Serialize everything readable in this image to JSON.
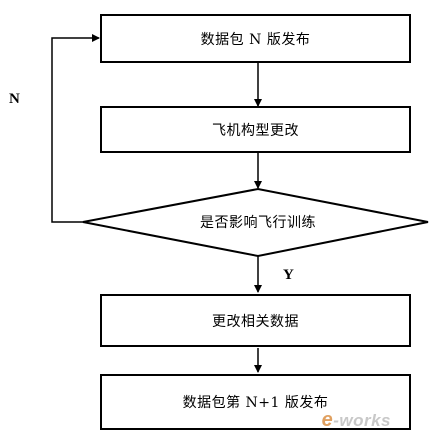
{
  "diagram": {
    "nodes": {
      "release_n": {
        "label": "数据包 N 版发布"
      },
      "aircraft_change": {
        "label": "飞机构型更改"
      },
      "decision": {
        "label": "是否影响飞行训练"
      },
      "update_data": {
        "label": "更改相关数据"
      },
      "release_n1": {
        "label": "数据包第 N+1 版发布"
      }
    },
    "edges": {
      "no_label": "N",
      "yes_label": "Y"
    },
    "colors": {
      "stroke": "#000000",
      "fill": "#ffffff"
    }
  },
  "watermark": {
    "e": "e",
    "text": "-works"
  }
}
